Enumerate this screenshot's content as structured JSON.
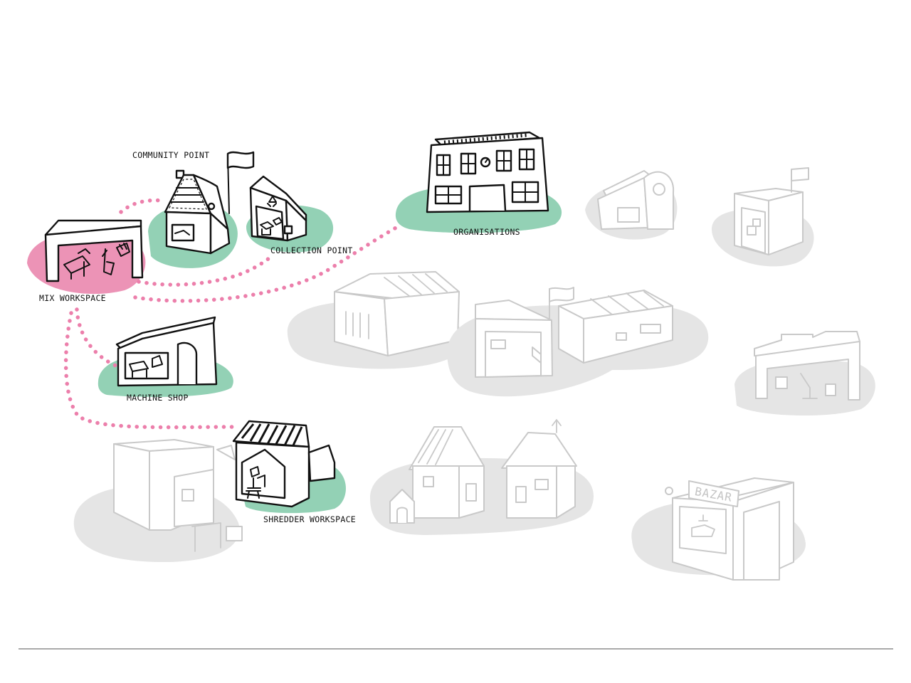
{
  "labels": {
    "community_point": "COMMUNITY POINT",
    "collection_point": "COLLECTION POINT",
    "organisations": "ORGANISATIONS",
    "mix_workspace": "MIX WORKSPACE",
    "machine_shop": "MACHINE SHOP",
    "shredder_workspace": "SHREDDER WORKSPACE",
    "bazar_sign": "BAZAR"
  },
  "colors": {
    "mint": "#93d1b5",
    "pink": "#ec93b6",
    "dotted_path": "#ec7fab",
    "inactive_blob": "#e5e5e5",
    "inactive_stroke": "#c9c9c9",
    "ink": "#111111"
  },
  "icons": [
    "recycle-icon",
    "flag-icon",
    "clock-icon"
  ]
}
